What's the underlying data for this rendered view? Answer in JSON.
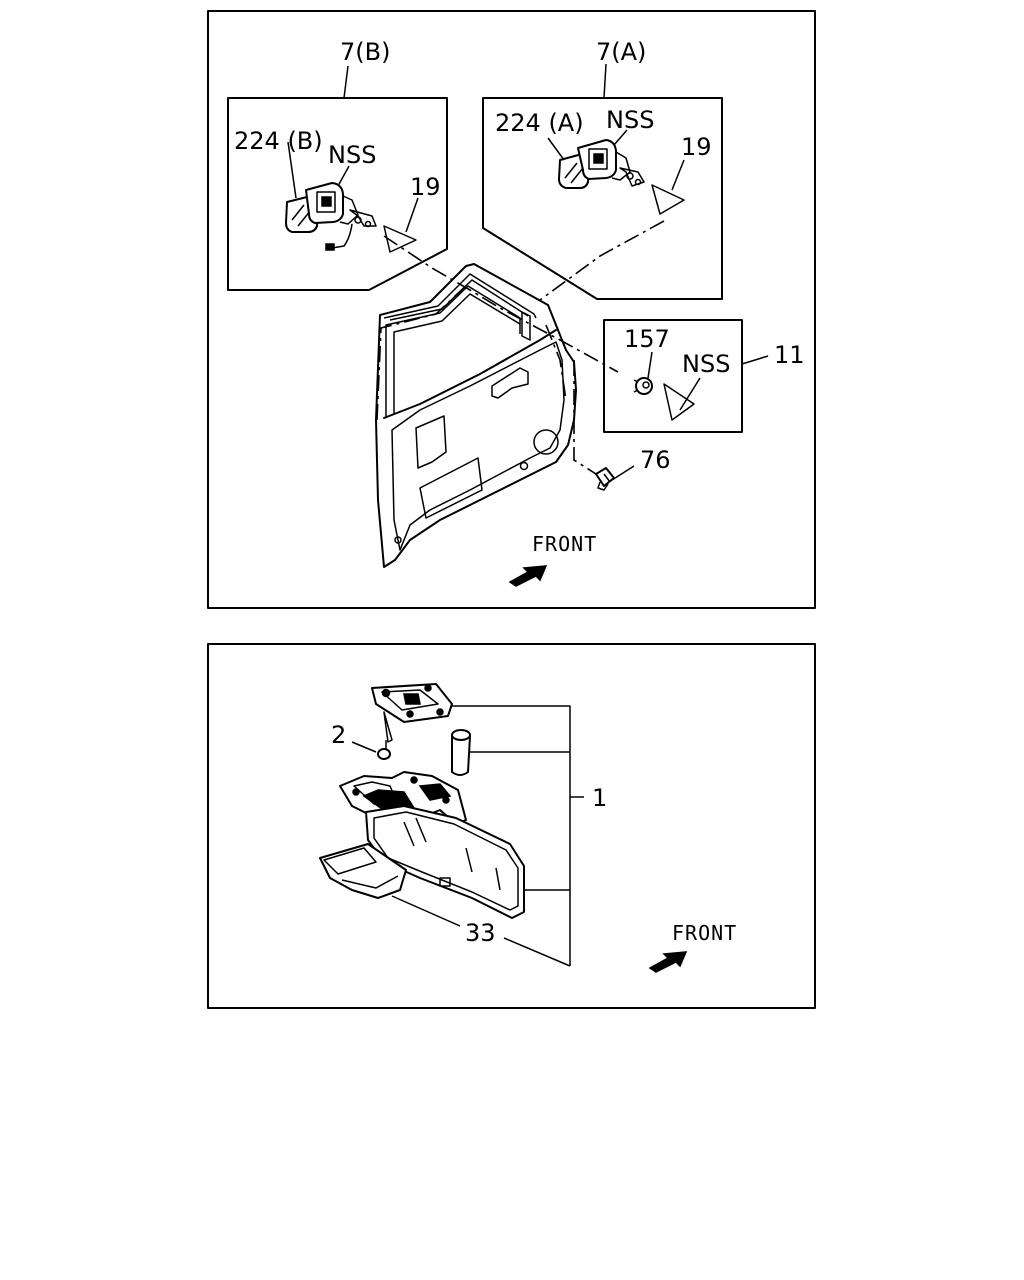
{
  "upper_panel": {
    "callouts": {
      "mirror_b": "7(B)",
      "mirror_a": "7(A)",
      "glass_b": "224 (B)",
      "glass_a": "224 (A)",
      "nss_b": "NSS",
      "nss_a": "NSS",
      "cover_b": "19",
      "cover_a": "19",
      "clip": "157",
      "nss_kit": "NSS",
      "kit": "11",
      "bolt": "76"
    },
    "direction_label": "FRONT"
  },
  "lower_panel": {
    "callouts": {
      "assembly": "1",
      "screw": "2",
      "lamp_lens": "33"
    },
    "direction_label": "FRONT"
  }
}
